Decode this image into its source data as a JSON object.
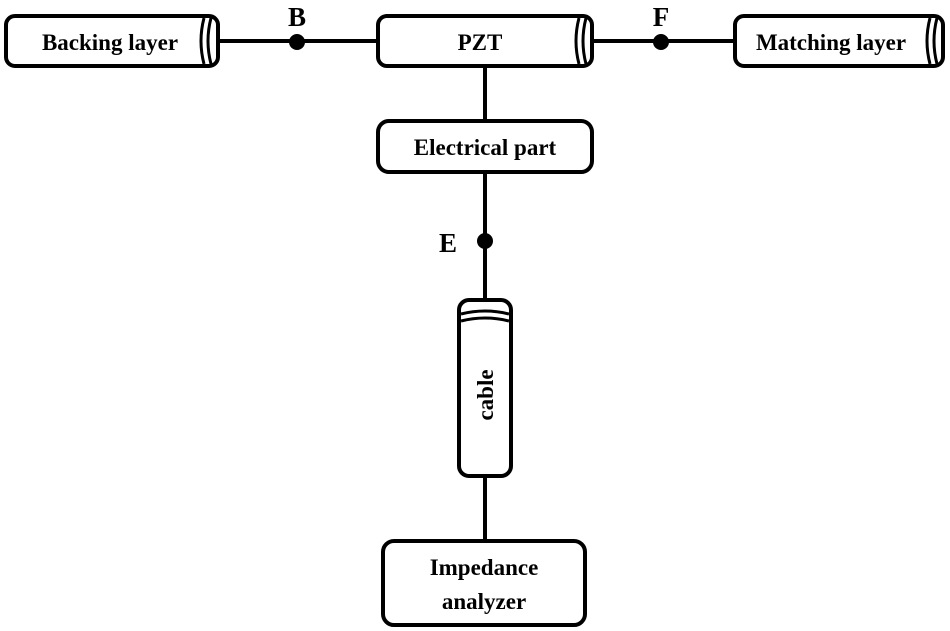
{
  "blocks": {
    "backing": "Backing layer",
    "pzt": "PZT",
    "matching": "Matching layer",
    "electrical": "Electrical part",
    "cable": "cable",
    "analyzer_line1": "Impedance",
    "analyzer_line2": "analyzer"
  },
  "nodes": {
    "b": "B",
    "f": "F",
    "e": "E"
  }
}
